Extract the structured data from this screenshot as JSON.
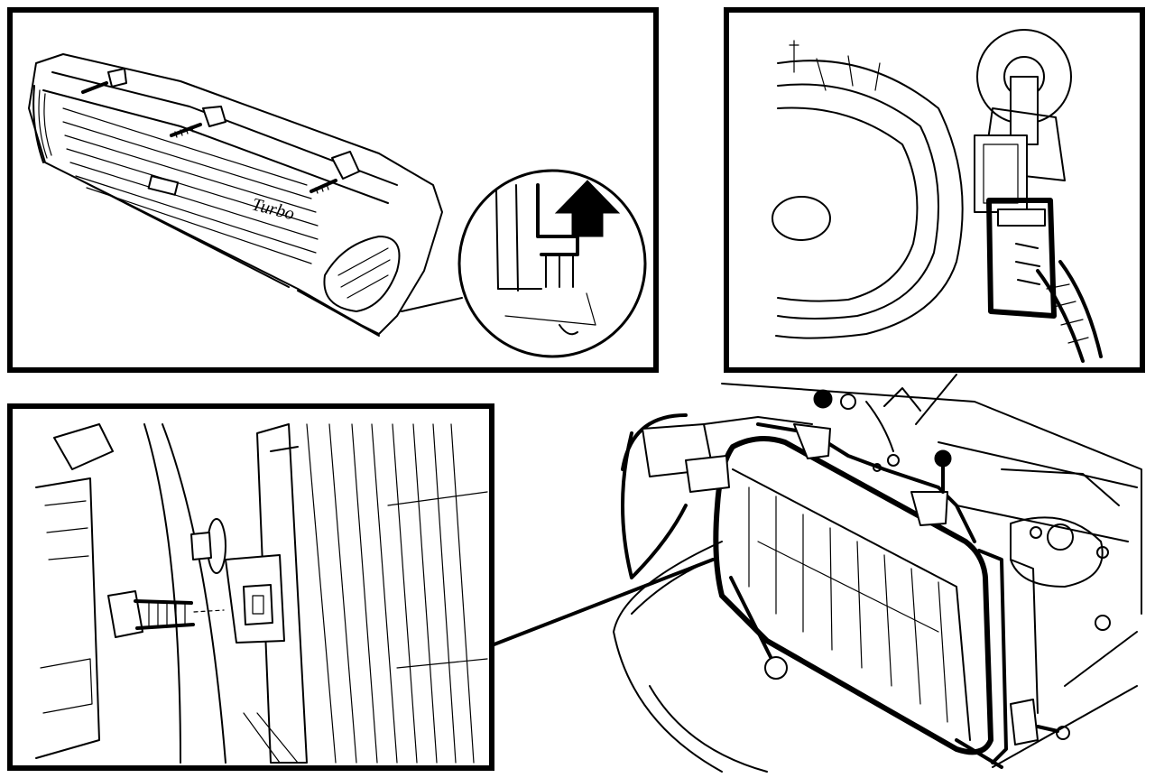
{
  "diagram": {
    "panels": [
      {
        "id": "grille-removal",
        "badge_text": "Turbo"
      },
      {
        "id": "headlamp-connector"
      },
      {
        "id": "headlamp-bolt"
      },
      {
        "id": "headlamp-unit"
      }
    ],
    "colors": {
      "ink": "#000000",
      "paper": "#ffffff"
    },
    "icons": [
      "up-arrow-icon",
      "bolt-icon",
      "screw-icon",
      "connector-icon"
    ]
  }
}
